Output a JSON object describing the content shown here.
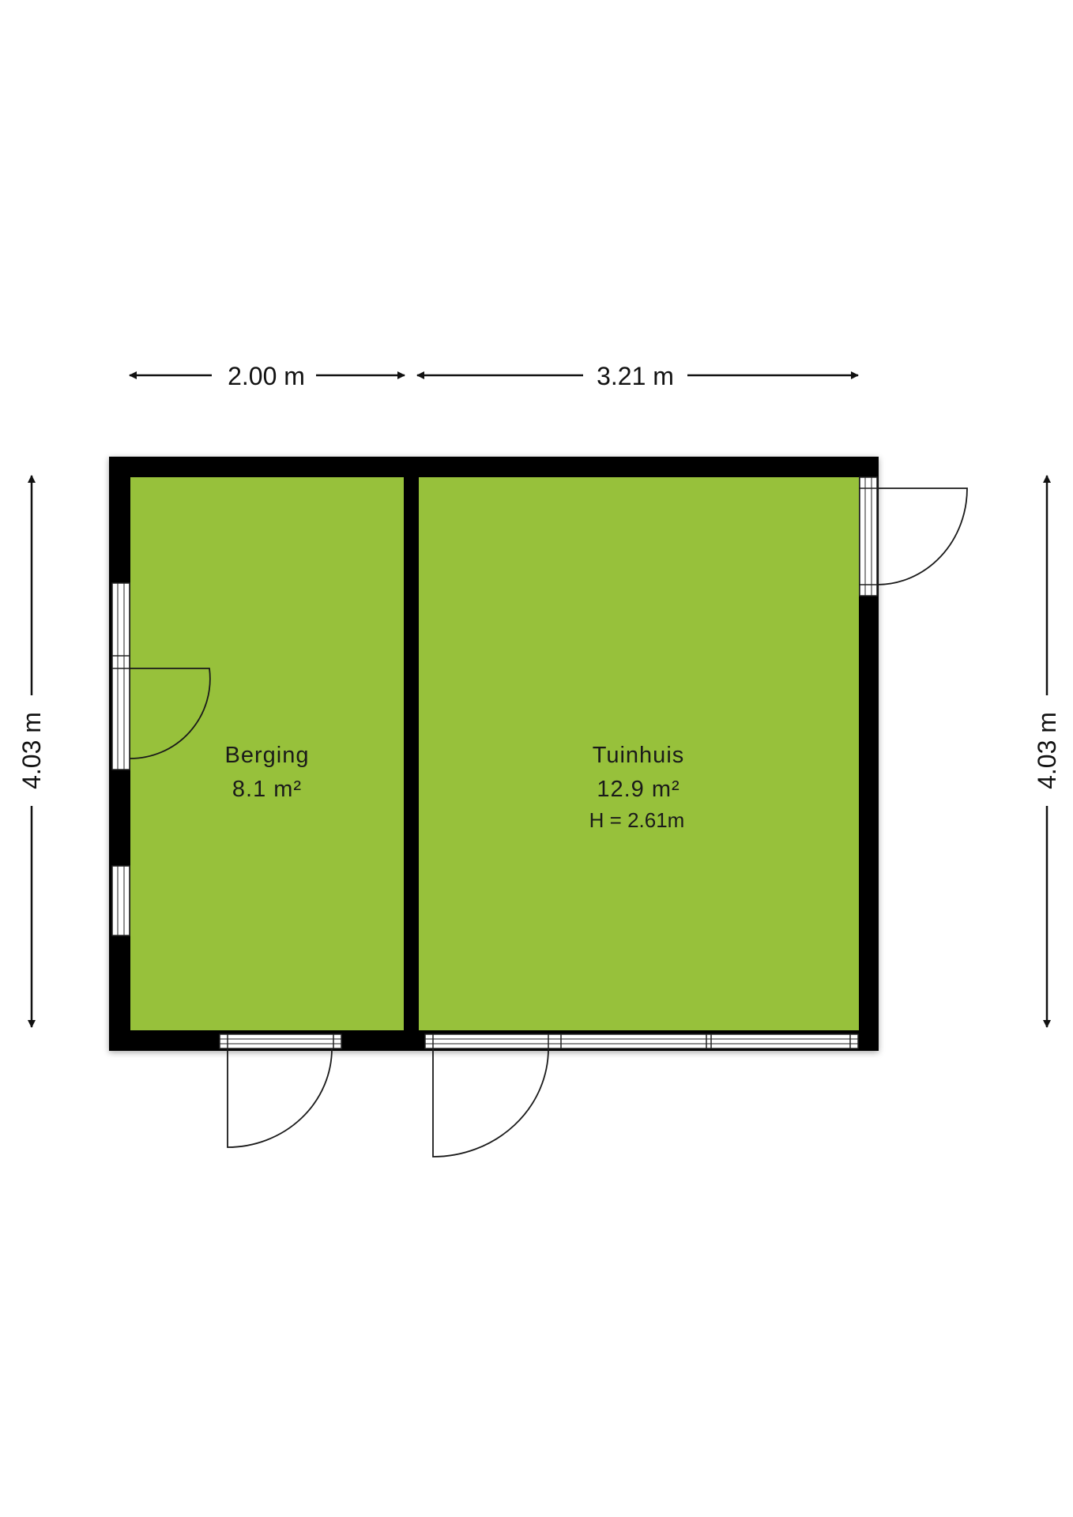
{
  "dimensions": {
    "top_left": "2.00 m",
    "top_right": "3.21 m",
    "left": "4.03 m",
    "right": "4.03 m"
  },
  "rooms": {
    "berging": {
      "name": "Berging",
      "area": "8.1 m²"
    },
    "tuinhuis": {
      "name": "Tuinhuis",
      "area": "12.9 m²",
      "height": "H = 2.61m"
    }
  },
  "colors": {
    "floor": "#97c13b",
    "wall": "#000000",
    "line": "#1a1a1a"
  }
}
